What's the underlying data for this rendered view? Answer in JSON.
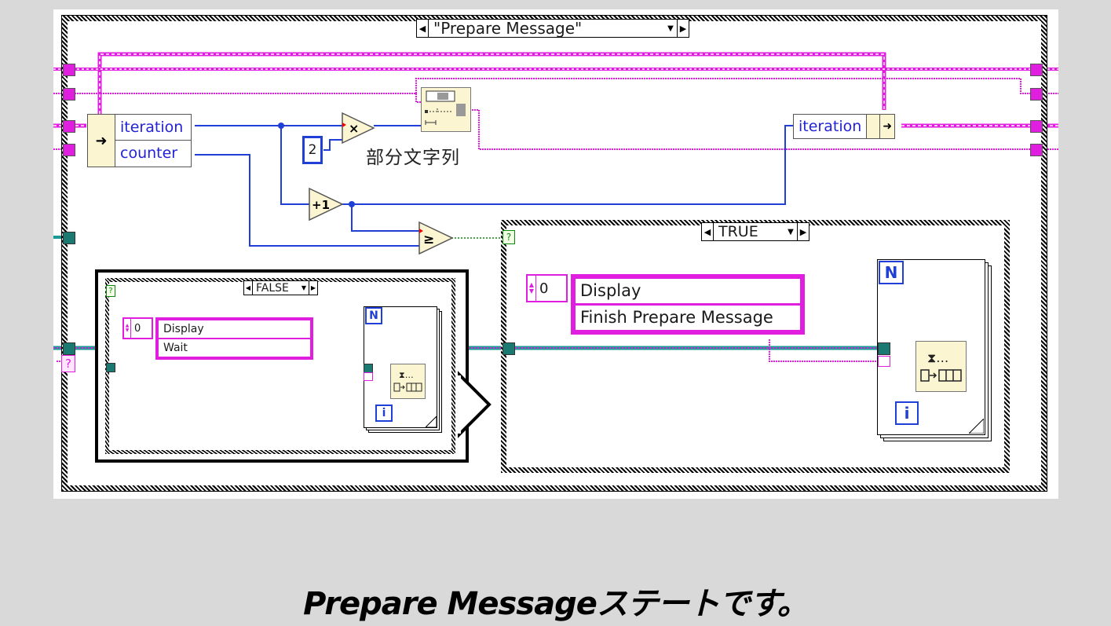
{
  "outer_case": {
    "selector_label": "\"Prepare Message\"",
    "decrement_icon": "left-triangle-icon",
    "increment_icon": "right-triangle-icon",
    "dropdown_icon": "down-triangle-icon"
  },
  "unbundle": {
    "handle_icon": "right-arrow-icon",
    "fields": [
      "iteration",
      "counter"
    ]
  },
  "bundle": {
    "field": "iteration",
    "handle_icon": "right-arrow-icon"
  },
  "multiply": {
    "symbol": "×",
    "constant": "2"
  },
  "increment": {
    "symbol": "+1"
  },
  "compare": {
    "symbol": "≥"
  },
  "string_subset": {
    "label": "部分文字列"
  },
  "false_case": {
    "selector_label": "FALSE",
    "selector_terminal": "?",
    "array_index": "0",
    "array_items": [
      "Display",
      "Wait"
    ],
    "loop_count_terminal": "N",
    "loop_iteration_terminal": "i"
  },
  "true_case": {
    "selector_label": "TRUE",
    "selector_terminal": "?",
    "array_index": "0",
    "array_items": [
      "Display",
      "Finish Prepare Message"
    ],
    "loop_count_terminal": "N",
    "loop_iteration_terminal": "i"
  },
  "error_terminal": "?",
  "caption": "Prepare Messageステートです。",
  "colors": {
    "string_wire": "#e01ee0",
    "numeric_wire": "#1f3fd6",
    "boolean_wire": "#0a8a0a",
    "queue_wire": "#1a7a72",
    "node_fill": "#fbf5d2",
    "background": "#d9d9d9"
  }
}
